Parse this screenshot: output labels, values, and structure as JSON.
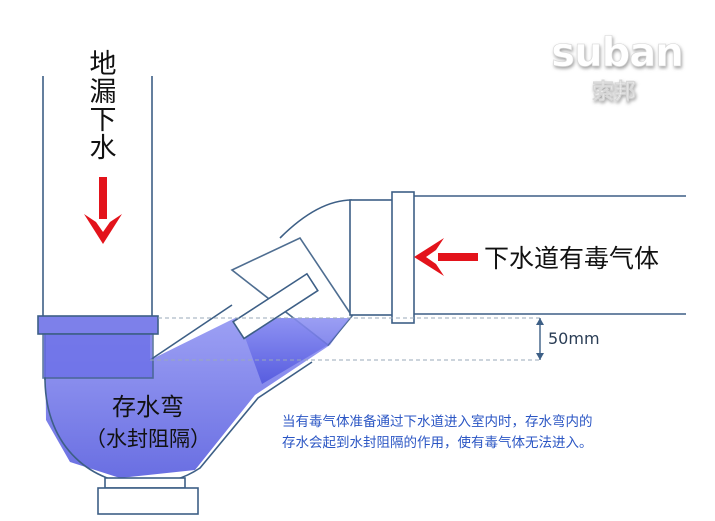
{
  "logo": {
    "wordmark": "suban",
    "subtitle": "索邦"
  },
  "labels": {
    "floor_drain_chars": [
      "地",
      "漏",
      "下",
      "水"
    ],
    "sewer_gas": "下水道有毒气体",
    "trap_title": "存水弯",
    "trap_subtitle": "（水封阻隔）",
    "dimension": "50mm"
  },
  "note": {
    "line1": "当有毒气体准备通过下水道进入室内时，存水弯内的",
    "line2": "存水会起到水封阻隔的作用，使有毒气体无法进入。"
  },
  "colors": {
    "pipe_stroke": "#3d5f86",
    "arrow_red": "#e3131b",
    "water": "#6b6fe8",
    "note_blue": "#2b56c4",
    "logo_fill": "#ffffff"
  }
}
